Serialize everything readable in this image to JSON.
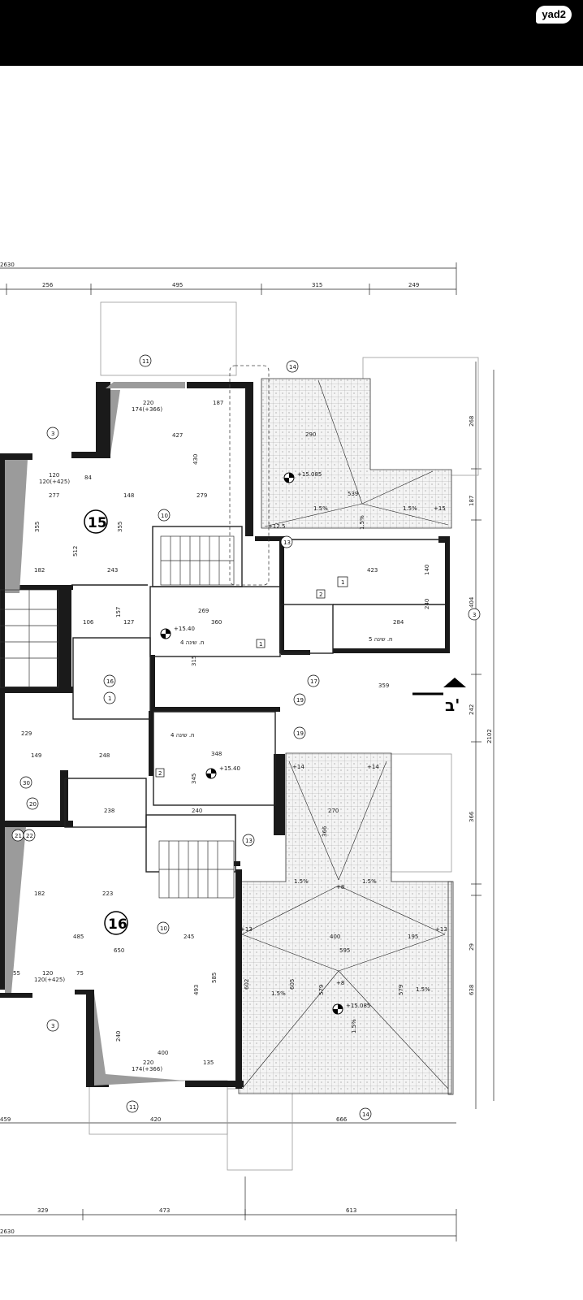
{
  "app": {
    "logo": "yad2"
  },
  "plan": {
    "units": [
      "15",
      "16"
    ],
    "levels": {
      "roof_top": "+15.085",
      "roof_bottom": "+15.085",
      "room_top": "+15.40",
      "room_bottom": "+15.40"
    },
    "rooms": {
      "room4_top": "ח. שינה 4",
      "room5": "ח. שינה 5",
      "room4_bottom": "ח. שינה 4"
    },
    "direction_letter": "ב'",
    "dims_top": [
      "256",
      "495",
      "315",
      "249"
    ],
    "dims_bottom": [
      "329",
      "473",
      "613"
    ],
    "dims_bottom_mid": [
      "420",
      "666"
    ],
    "dim_total_top": "2630",
    "dim_total_bottom": "2630",
    "dims_right": [
      "268",
      "187",
      "404",
      "242",
      "366",
      "29",
      "638"
    ],
    "dim_total_right": "2102",
    "inner_dims": [
      "220",
      "174(+366)",
      "187",
      "427",
      "430",
      "279",
      "148",
      "277",
      "120",
      "120(+425)",
      "84",
      "290",
      "539",
      "355",
      "355",
      "512",
      "182",
      "243",
      "423",
      "360",
      "269",
      "106",
      "127",
      "157",
      "315",
      "284",
      "240",
      "140",
      "359",
      "229",
      "149",
      "248",
      "348",
      "345",
      "270",
      "366",
      "240",
      "238",
      "182",
      "223",
      "485",
      "245",
      "650",
      "400",
      "195",
      "595",
      "585",
      "493",
      "602",
      "605",
      "579",
      "579",
      "240",
      "220",
      "174(+366)",
      "135",
      "400",
      "120",
      "120(+425)",
      "75",
      "55"
    ],
    "tags": [
      "11",
      "14",
      "3",
      "10",
      "13",
      "1",
      "2",
      "1",
      "17",
      "19",
      "19",
      "16",
      "1",
      "2",
      "10",
      "13",
      "30",
      "20",
      "21",
      "22",
      "3",
      "11",
      "14",
      "3"
    ],
    "slopes": [
      "1.5%",
      "1.5%",
      "1.5%",
      "1.5%",
      "1.5%",
      "1.5%",
      "1.5%",
      "1.5%"
    ],
    "elevation_tags": [
      "+12.5",
      "+14",
      "+14",
      "+13",
      "+13",
      "+8",
      "+8",
      "+15"
    ]
  }
}
